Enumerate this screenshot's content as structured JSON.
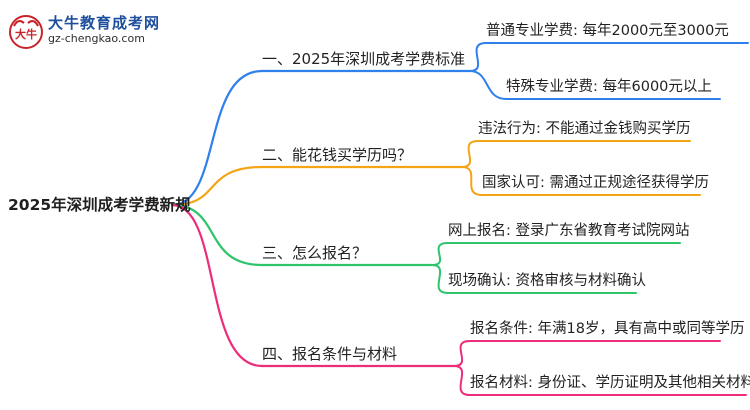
{
  "logo": {
    "title": "大牛教育成考网",
    "url": "gz-chengkao.com",
    "mark_text": "大牛"
  },
  "mindmap": {
    "root": "2025年深圳成考学费新规",
    "branches": [
      {
        "label": "一、2025年深圳成考学费标准",
        "color": "#2f80ed",
        "leaves": [
          "普通专业学费: 每年2000元至3000元",
          "特殊专业学费: 每年6000元以上"
        ]
      },
      {
        "label": "二、能花钱买学历吗？",
        "color": "#f2a516",
        "leaves": [
          "违法行为: 不能通过金钱购买学历",
          "国家认可: 需通过正规途径获得学历"
        ]
      },
      {
        "label": "三、怎么报名？",
        "color": "#2ec46a",
        "leaves": [
          "网上报名: 登录广东省教育考试院网站",
          "现场确认: 资格审核与材料确认"
        ]
      },
      {
        "label": "四、报名条件与材料",
        "color": "#ec2d7a",
        "leaves": [
          "报名条件: 年满18岁，具有高中或同等学历",
          "报名材料: 身份证、学历证明及其他相关材料"
        ]
      }
    ]
  }
}
